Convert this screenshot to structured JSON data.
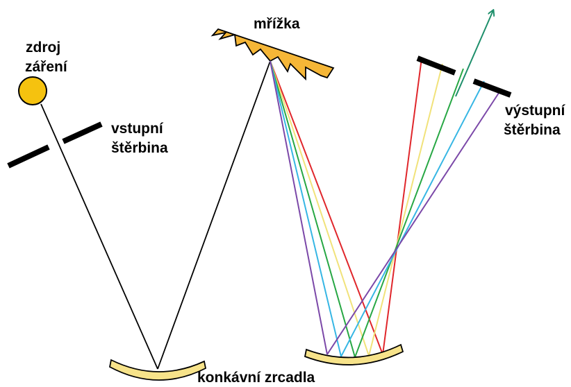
{
  "labels": {
    "source_line1": "zdroj",
    "source_line2": "záření",
    "entrance_line1": "vstupní",
    "entrance_line2": "štěrbina",
    "grating": "mřížka",
    "exit_line1": "výstupní",
    "exit_line2": "štěrbina",
    "mirrors": "konkávní zrcadla"
  },
  "colors": {
    "source_fill": "#f5c20f",
    "mirror_fill": "#f7e38a",
    "grating_fill": "#f5b637",
    "beam_white": "#000000",
    "spectrum": [
      "#e0262b",
      "#f1e27a",
      "#27a744",
      "#36b6e4",
      "#7b48a8"
    ],
    "escaping_ray": "#1e8f6b"
  }
}
